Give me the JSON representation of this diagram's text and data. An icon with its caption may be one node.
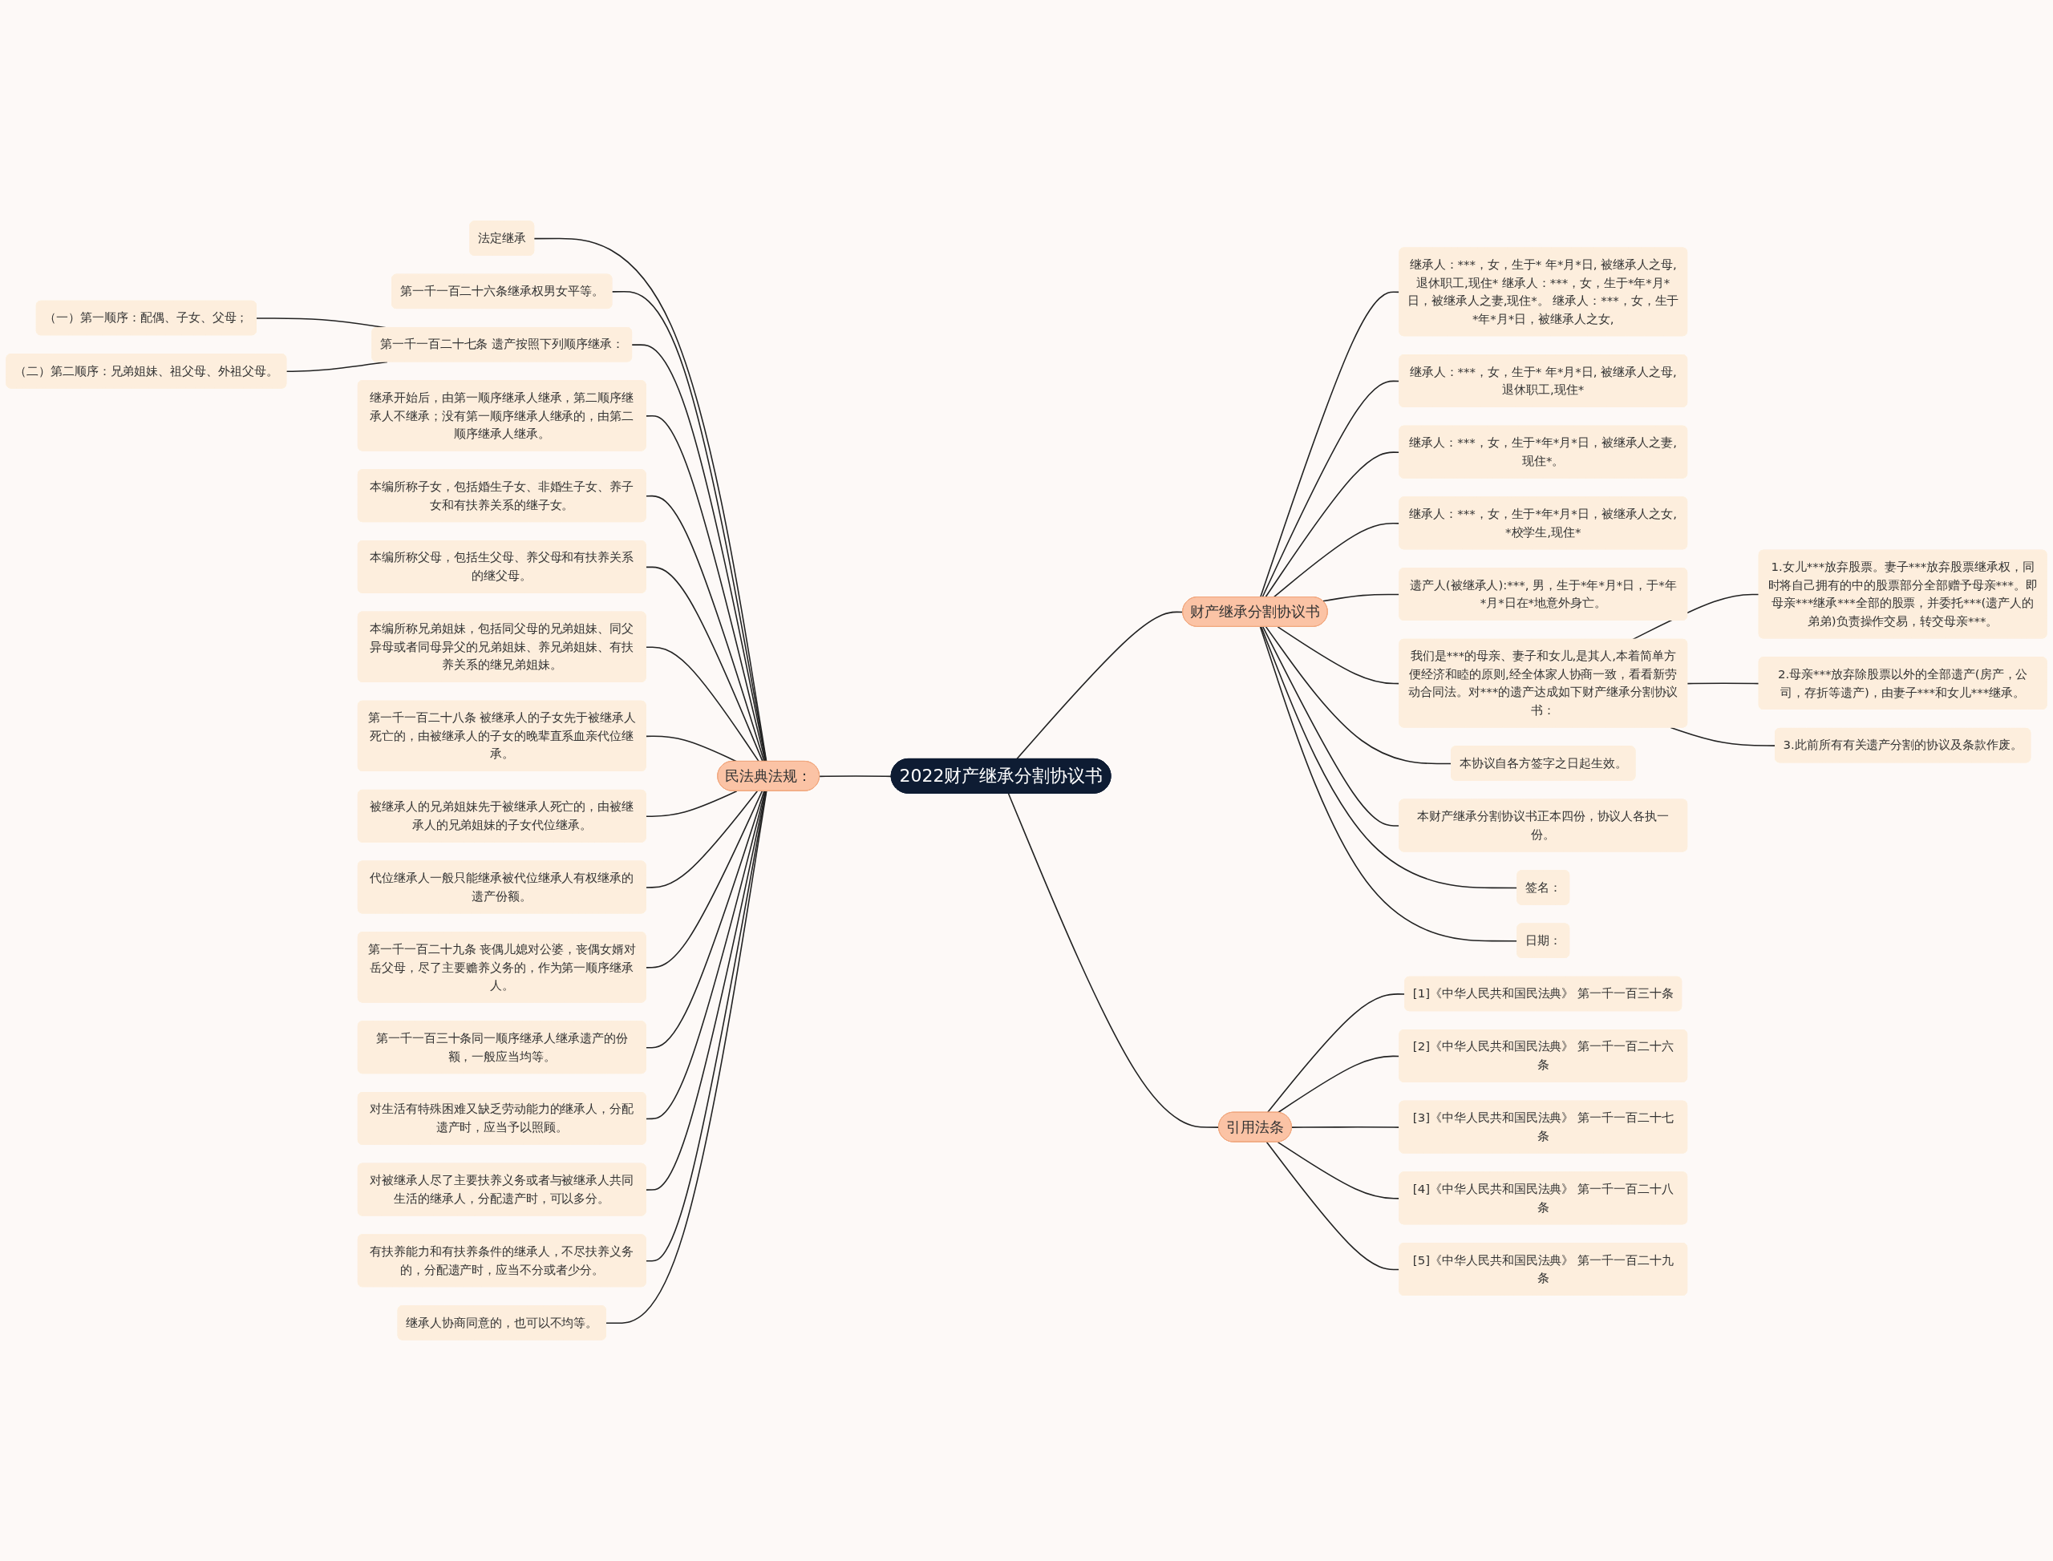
{
  "diagram": {
    "nodes": [
      {
        "text": [
          "2022财产继承分割协议书"
        ]
      },
      {
        "text": [
          "财产继承分割协议书"
        ]
      },
      {
        "text": [
          "继承人：***，女，生于* 年*月*日, 被继承人之母,退休职工,现住* 继承人：***，女，生于*年*月*日，被继承人之妻,现住*。 继承人：***，女，生于*年*月*日，被继承人之女,"
        ]
      },
      {
        "text": [
          "继承人：***，女，生于* 年*月*日, 被继承人之母,退休职工,现住*"
        ]
      },
      {
        "text": [
          "继承人：***，女，生于*年*月*日，被继承人之妻,现住*。"
        ]
      },
      {
        "text": [
          "继承人：***，女，生于*年*月*日，被继承人之女, *校学生,现住*"
        ]
      },
      {
        "text": [
          "遗产人(被继承人):***, 男，生于*年*月*日，于*年*月*日在*地意外身亡。"
        ]
      },
      {
        "text": [
          "我们是***的母亲、妻子和女儿,是其人,本着简单方便经济和睦的原则,经全体家人协商一致，看看新劳动合同法。对***的遗产达成如下财产继承分割协议书："
        ]
      },
      {
        "text": [
          "1.女儿***放弃股票。妻子***放弃股票继承权，同时将自己拥有的中的股票部分全部赠予母亲***。即母亲***继承***全部的股票，并委托***(遗产人的弟弟)负责操作交易，转交母亲***。"
        ]
      },
      {
        "text": [
          "2.母亲***放弃除股票以外的全部遗产(房产，公司，存折等遗产)，由妻子***和女儿***继承。"
        ]
      },
      {
        "text": [
          "3.此前所有有关遗产分割的协议及条款作废。"
        ]
      },
      {
        "text": [
          "本协议自各方签字之日起生效。"
        ]
      },
      {
        "text": [
          "本财产继承分割协议书正本四份，协议人各执一份。"
        ]
      },
      {
        "text": [
          "签名："
        ]
      },
      {
        "text": [
          "日期："
        ]
      },
      {
        "text": [
          "民法典法规："
        ]
      },
      {
        "text": [
          "法定继承"
        ]
      },
      {
        "text": [
          "第一千一百二十六条继承权男女平等。"
        ]
      },
      {
        "text": [
          "第一千一百二十七条 遗产按照下列顺序继承："
        ]
      },
      {
        "text": [
          "（一）第一顺序：配偶、子女、父母；"
        ]
      },
      {
        "text": [
          "（二）第二顺序：兄弟姐妹、祖父母、外祖父母。"
        ]
      },
      {
        "text": [
          "继承开始后，由第一顺序继承人继承，第二顺序继承人不继承；没有第一顺序继承人继承的，由第二顺序继承人继承。"
        ]
      },
      {
        "text": [
          "本编所称子女，包括婚生子女、非婚生子女、养子女和有扶养关系的继子女。"
        ]
      },
      {
        "text": [
          "本编所称父母，包括生父母、养父母和有扶养关系的继父母。"
        ]
      },
      {
        "text": [
          "本编所称兄弟姐妹，包括同父母的兄弟姐妹、同父异母或者同母异父的兄弟姐妹、养兄弟姐妹、有扶养关系的继兄弟姐妹。"
        ]
      },
      {
        "text": [
          "第一千一百二十八条 被继承人的子女先于被继承人死亡的，由被继承人的子女的晚辈直系血亲代位继承。"
        ]
      },
      {
        "text": [
          "被继承人的兄弟姐妹先于被继承人死亡的，由被继承人的兄弟姐妹的子女代位继承。"
        ]
      },
      {
        "text": [
          "代位继承人一般只能继承被代位继承人有权继承的遗产份额。"
        ]
      },
      {
        "text": [
          "第一千一百二十九条 丧偶儿媳对公婆，丧偶女婿对岳父母，尽了主要赡养义务的，作为第一顺序继承人。"
        ]
      },
      {
        "text": [
          "第一千一百三十条同一顺序继承人继承遗产的份额，一般应当均等。"
        ]
      },
      {
        "text": [
          "对生活有特殊困难又缺乏劳动能力的继承人，分配遗产时，应当予以照顾。"
        ]
      },
      {
        "text": [
          "对被继承人尽了主要扶养义务或者与被继承人共同生活的继承人，分配遗产时，可以多分。"
        ]
      },
      {
        "text": [
          "有扶养能力和有扶养条件的继承人，不尽扶养义务的，分配遗产时，应当不分或者少分。"
        ]
      },
      {
        "text": [
          "继承人协商同意的，也可以不均等。"
        ]
      },
      {
        "text": [
          "引用法条"
        ]
      },
      {
        "text": [
          "[1]《中华人民共和国民法典》 第一千一百三十条"
        ]
      },
      {
        "text": [
          "[2]《中华人民共和国民法典》 第一千一百二十六条"
        ]
      },
      {
        "text": [
          "[3]《中华人民共和国民法典》 第一千一百二十七条"
        ]
      },
      {
        "text": [
          "[4]《中华人民共和国民法典》 第一千一百二十八条"
        ]
      },
      {
        "text": [
          "[5]《中华人民共和国民法典》 第一千一百二十九条"
        ]
      }
    ],
    "edges": [
      {
        "from": 0,
        "to": 1,
        "arrow": "none"
      },
      {
        "from": 1,
        "to": 2,
        "arrow": "none"
      },
      {
        "from": 1,
        "to": 3,
        "arrow": "none"
      },
      {
        "from": 1,
        "to": 4,
        "arrow": "none"
      },
      {
        "from": 1,
        "to": 5,
        "arrow": "none"
      },
      {
        "from": 1,
        "to": 6,
        "arrow": "none"
      },
      {
        "from": 1,
        "to": 7,
        "arrow": "none"
      },
      {
        "from": 7,
        "to": 8,
        "arrow": "none"
      },
      {
        "from": 7,
        "to": 9,
        "arrow": "none"
      },
      {
        "from": 7,
        "to": 10,
        "arrow": "none"
      },
      {
        "from": 1,
        "to": 11,
        "arrow": "none"
      },
      {
        "from": 1,
        "to": 12,
        "arrow": "none"
      },
      {
        "from": 1,
        "to": 13,
        "arrow": "none"
      },
      {
        "from": 1,
        "to": 14,
        "arrow": "none"
      },
      {
        "from": 0,
        "to": 15,
        "arrow": "none"
      },
      {
        "from": 15,
        "to": 16,
        "arrow": "none"
      },
      {
        "from": 15,
        "to": 17,
        "arrow": "none"
      },
      {
        "from": 15,
        "to": 18,
        "arrow": "none"
      },
      {
        "from": 18,
        "to": 19,
        "arrow": "none"
      },
      {
        "from": 18,
        "to": 20,
        "arrow": "none"
      },
      {
        "from": 15,
        "to": 21,
        "arrow": "none"
      },
      {
        "from": 15,
        "to": 22,
        "arrow": "none"
      },
      {
        "from": 15,
        "to": 23,
        "arrow": "none"
      },
      {
        "from": 15,
        "to": 24,
        "arrow": "none"
      },
      {
        "from": 15,
        "to": 25,
        "arrow": "none"
      },
      {
        "from": 15,
        "to": 26,
        "arrow": "none"
      },
      {
        "from": 15,
        "to": 27,
        "arrow": "none"
      },
      {
        "from": 15,
        "to": 28,
        "arrow": "none"
      },
      {
        "from": 15,
        "to": 29,
        "arrow": "none"
      },
      {
        "from": 15,
        "to": 30,
        "arrow": "none"
      },
      {
        "from": 15,
        "to": 31,
        "arrow": "none"
      },
      {
        "from": 15,
        "to": 32,
        "arrow": "none"
      },
      {
        "from": 15,
        "to": 33,
        "arrow": "none"
      },
      {
        "from": 0,
        "to": 34,
        "arrow": "none"
      },
      {
        "from": 34,
        "to": 35,
        "arrow": "none"
      },
      {
        "from": 34,
        "to": 36,
        "arrow": "none"
      },
      {
        "from": 34,
        "to": 37,
        "arrow": "none"
      },
      {
        "from": 34,
        "to": 38,
        "arrow": "none"
      },
      {
        "from": 34,
        "to": 39,
        "arrow": "none"
      }
    ]
  }
}
